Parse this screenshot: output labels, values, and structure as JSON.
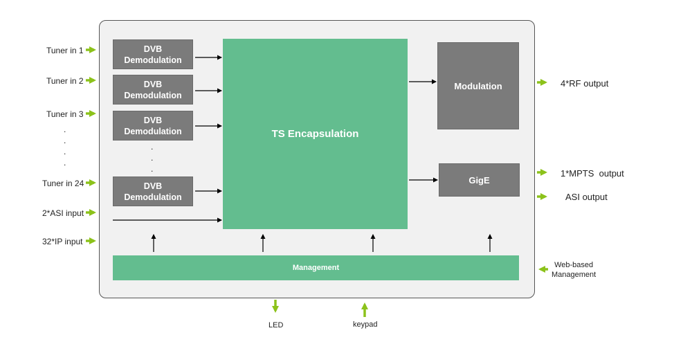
{
  "blocks": {
    "dvb": "DVB\nDemodulation",
    "ts": "TS Encapsulation",
    "modulation": "Modulation",
    "gige": "GigE",
    "management": "Management"
  },
  "inputs": {
    "tuner1": "Tuner in 1",
    "tuner2": "Tuner in 2",
    "tuner3": "Tuner in 3",
    "tuner24": "Tuner in 24",
    "asi": "2*ASI input",
    "ip": "32*IP input"
  },
  "outputs": {
    "rf": "4*RF output",
    "mpts": "1*MPTS  output",
    "asi": "ASI output",
    "web": "Web-based\nManagement",
    "led": "LED",
    "keypad": "keypad"
  },
  "ellipsis": ".",
  "colors": {
    "green_block": "#63bd8f",
    "grey_block": "#7b7b7b",
    "arrow_green": "#8cc21b"
  }
}
